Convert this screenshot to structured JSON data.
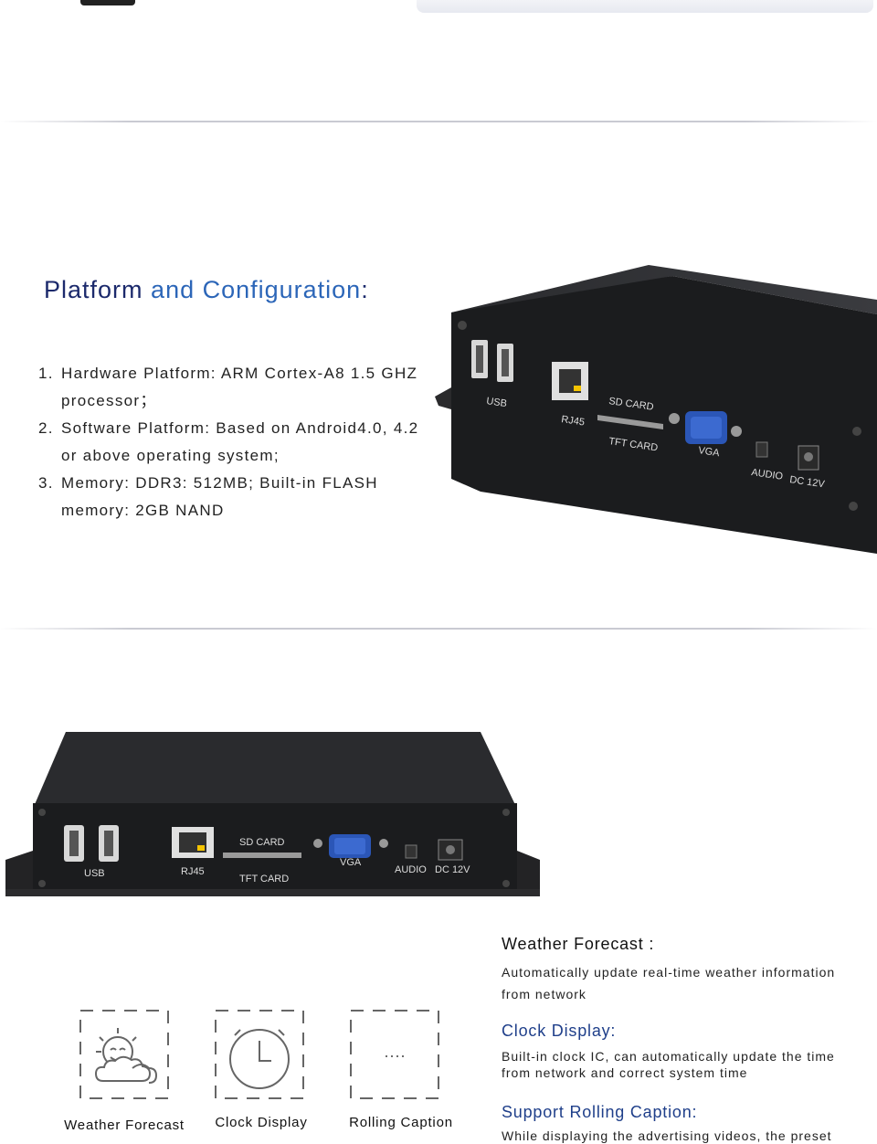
{
  "platform": {
    "title_word1": "Platform",
    "title_word2": "and Configuration",
    "title_colon": ":",
    "specs": [
      {
        "num": "1.",
        "text": "Hardware Platform: ARM Cortex-A8 1.5 GHZ processor；"
      },
      {
        "num": "2.",
        "text": "Software Platform: Based on Android4.0, 4.2 or above operating system;"
      },
      {
        "num": "3.",
        "text": "Memory: DDR3: 512MB; Built-in FLASH memory: 2GB NAND"
      }
    ]
  },
  "device_labels": {
    "usb": "USB",
    "rj45": "RJ45",
    "sd_card": "SD CARD",
    "tft_card": "TFT CARD",
    "vga": "VGA",
    "audio": "AUDIO",
    "dc": "DC 12V"
  },
  "features": [
    {
      "heading": "Weather Forecast :",
      "text": "Automatically update real-time weather information from network"
    },
    {
      "heading": "Clock Display:",
      "text": "Built-in clock IC, can automatically update the time from network and correct system time"
    },
    {
      "heading": "Support Rolling Caption:",
      "text": "While displaying the advertising videos, the preset"
    }
  ],
  "icons": [
    {
      "name": "weather-icon",
      "label": "Weather Forecast"
    },
    {
      "name": "clock-icon",
      "label": "Clock Display"
    },
    {
      "name": "rolling-caption-icon",
      "label": "Rolling Caption",
      "dots": "····"
    }
  ],
  "colors": {
    "title_dark": "#1c2a6c",
    "title_blue": "#2c66b8",
    "heading_blue": "#1f3f8a",
    "device_body": "#1b1c1e"
  }
}
